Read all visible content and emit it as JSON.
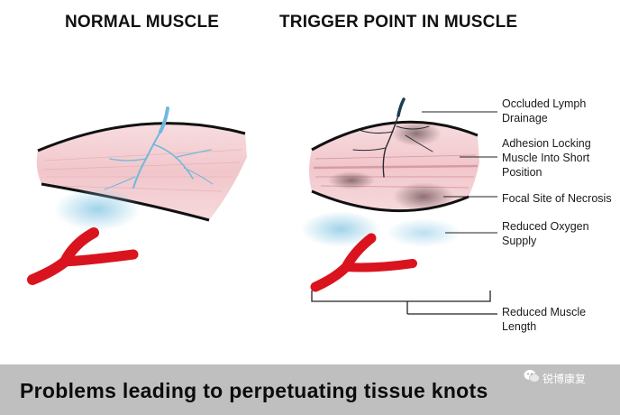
{
  "titles": {
    "normal": "NORMAL MUSCLE",
    "trigger": "TRIGGER POINT IN MUSCLE"
  },
  "callouts": [
    {
      "text": "Occluded Lymph\nDrainage"
    },
    {
      "text": "Adhesion Locking\nMuscle Into Short\nPosition"
    },
    {
      "text": "Focal Site of Necrosis"
    },
    {
      "text": "Reduced Oxygen\nSupply"
    },
    {
      "text": "Reduced Muscle\nLength"
    }
  ],
  "caption": "Problems leading to perpetuating tissue knots",
  "watermark": {
    "icon": "wechat-icon",
    "text": "锐博康复"
  },
  "colors": {
    "muscle_fill": "#f4d2d6",
    "muscle_band": "#e8a9b0",
    "lymph": "#7fc4e2",
    "artery": "#d9141e",
    "banner": "#bfbfbf"
  }
}
